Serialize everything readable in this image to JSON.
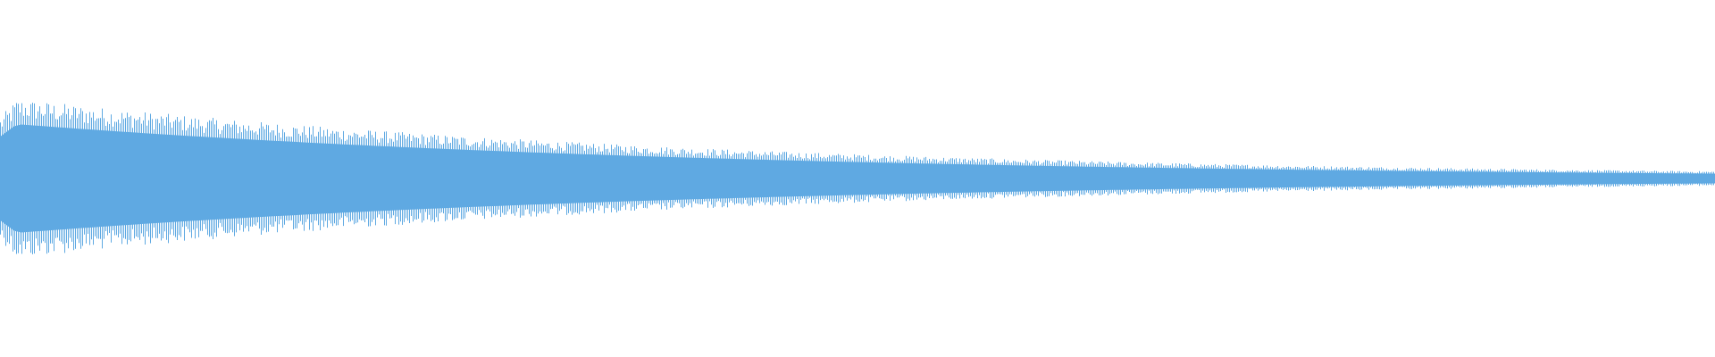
{
  "waveform": {
    "color": "#5fa9e2",
    "background": "#ffffff",
    "envelope": "exponential-decay",
    "peak_amplitude": 0.4,
    "end_amplitude": 0.035
  }
}
